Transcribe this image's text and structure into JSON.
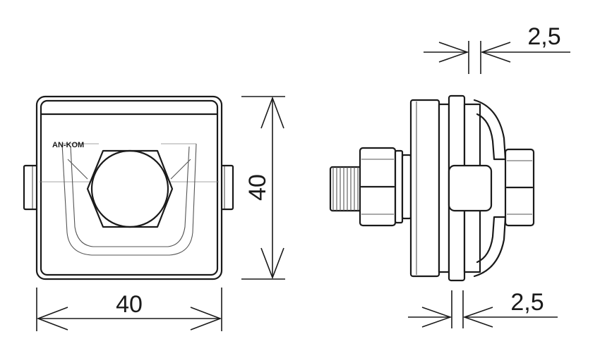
{
  "brand_text": "AN-KOM",
  "dimensions": {
    "front_width": "40",
    "front_height": "40",
    "side_gap_top": "2,5",
    "side_gap_bottom": "2,5"
  }
}
